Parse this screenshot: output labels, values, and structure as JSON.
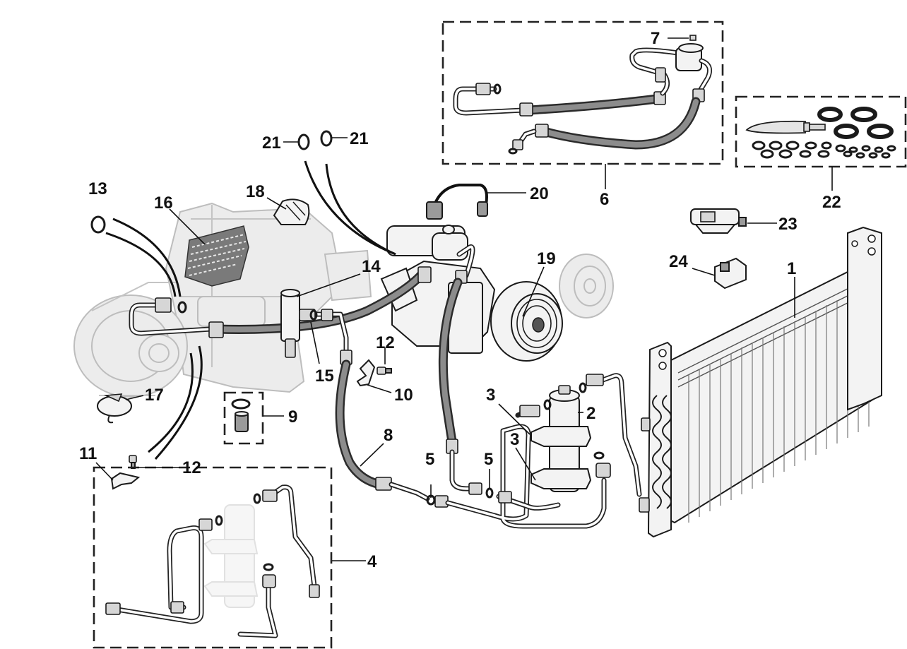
{
  "diagram": {
    "callouts": [
      {
        "id": "c1",
        "text": "1"
      },
      {
        "id": "c2",
        "text": "2"
      },
      {
        "id": "c3a",
        "text": "3"
      },
      {
        "id": "c3b",
        "text": "3"
      },
      {
        "id": "c4",
        "text": "4"
      },
      {
        "id": "c5a",
        "text": "5"
      },
      {
        "id": "c5b",
        "text": "5"
      },
      {
        "id": "c6",
        "text": "6"
      },
      {
        "id": "c7",
        "text": "7"
      },
      {
        "id": "c8",
        "text": "8"
      },
      {
        "id": "c9",
        "text": "9"
      },
      {
        "id": "c10",
        "text": "10"
      },
      {
        "id": "c11",
        "text": "11"
      },
      {
        "id": "c12a",
        "text": "12"
      },
      {
        "id": "c12b",
        "text": "12"
      },
      {
        "id": "c13",
        "text": "13"
      },
      {
        "id": "c14",
        "text": "14"
      },
      {
        "id": "c15",
        "text": "15"
      },
      {
        "id": "c16",
        "text": "16"
      },
      {
        "id": "c17",
        "text": "17"
      },
      {
        "id": "c18",
        "text": "18"
      },
      {
        "id": "c19",
        "text": "19"
      },
      {
        "id": "c20",
        "text": "20"
      },
      {
        "id": "c21a",
        "text": "21"
      },
      {
        "id": "c21b",
        "text": "21"
      },
      {
        "id": "c22",
        "text": "22"
      },
      {
        "id": "c23",
        "text": "23"
      },
      {
        "id": "c24",
        "text": "24"
      }
    ]
  },
  "colors": {
    "line": "#111111",
    "hose": "#2b2b2b",
    "ghost": "#c4c4c4",
    "background": "#ffffff"
  }
}
